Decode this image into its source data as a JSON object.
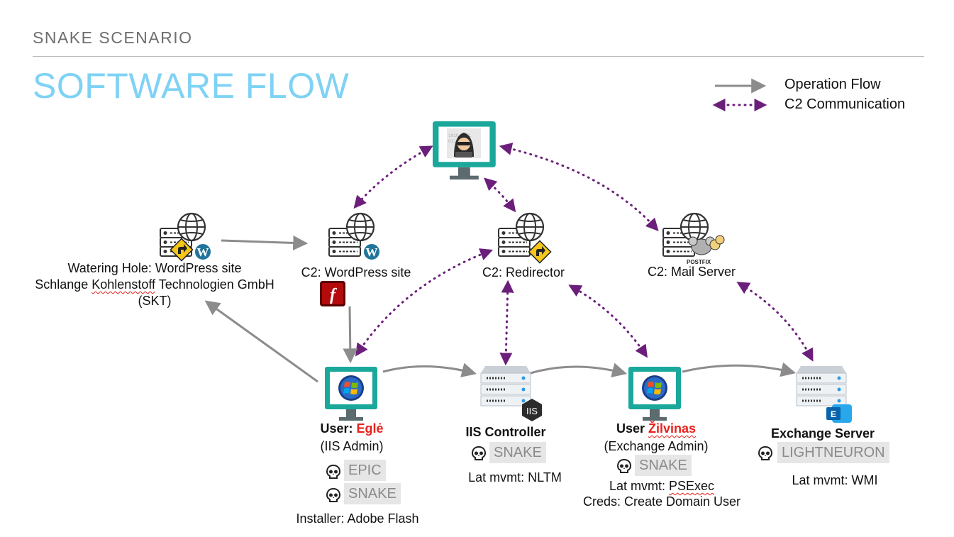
{
  "header": {
    "subtitle": "SNAKE SCENARIO",
    "title": "SOFTWARE FLOW"
  },
  "legend": {
    "operation_flow": "Operation Flow",
    "c2_communication": "C2 Communication"
  },
  "colors": {
    "title": "#7fd2f4",
    "operation_arrow": "#8c8c8c",
    "c2_arrow": "#6b1f7a",
    "monitor_teal": "#1aa89b",
    "highlight_red": "#e8211d",
    "chip_bg": "#e6e6e6"
  },
  "nodes": {
    "watering_hole": {
      "line1": "Watering Hole: WordPress site",
      "line2_a": "Schlange ",
      "line2_b": "Kohlenstoff",
      "line2_c": " Technologien GmbH",
      "line3": "(SKT)"
    },
    "c2_wordpress": {
      "label": "C2: WordPress site"
    },
    "c2_redirector": {
      "label": "C2: Redirector"
    },
    "c2_mail": {
      "label": "C2: Mail Server",
      "brand": "POSTFIX"
    },
    "user_egle": {
      "prefix": "User: ",
      "name": "Eglė",
      "role": "(IIS Admin)",
      "tool1": "EPIC",
      "tool2": "SNAKE",
      "installer": "Installer: Adobe Flash"
    },
    "iis_controller": {
      "title": "IIS Controller",
      "badge": "IIS",
      "tool": "SNAKE",
      "lat": "Lat mvmt: NLTM"
    },
    "user_zilvinas": {
      "prefix": "User ",
      "name": "Žilvinas",
      "role": "(Exchange Admin)",
      "tool": "SNAKE",
      "lat_prefix": "Lat mvmt: ",
      "lat_tool": "PSExec",
      "creds": "Creds: Create Domain User"
    },
    "exchange_server": {
      "title": "Exchange Server",
      "badge": "E",
      "tool": "LIGHTNEURON",
      "lat": "Lat mvmt: WMI"
    },
    "attacker": {
      "icon": "hacker-icon"
    }
  }
}
